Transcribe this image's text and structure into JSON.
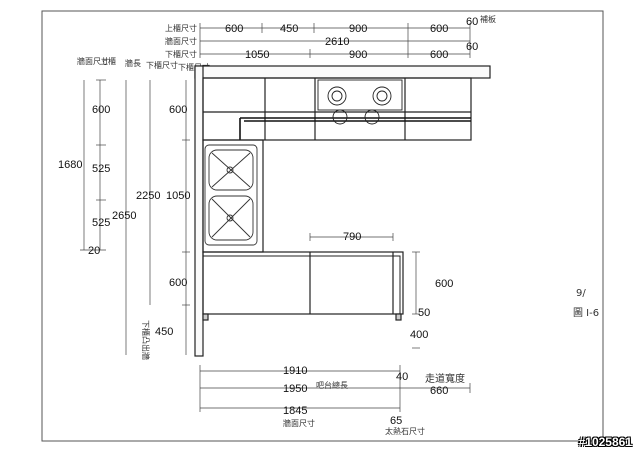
{
  "dimensions": {
    "top": {
      "upper_label": "上櫃尺寸",
      "wall_label": "牆面尺寸",
      "lower_label": "下櫃尺寸",
      "filler_label": "補板",
      "upper": [
        "600",
        "450",
        "900",
        "600",
        "60"
      ],
      "wall": "2610",
      "lower": [
        "1050",
        "900",
        "600",
        "60"
      ]
    },
    "left": {
      "wall_label": "牆面尺寸",
      "upper_label": "上櫃",
      "mid_label": "牆長",
      "lower_label": "下櫃尺寸",
      "wall_col": [
        "600",
        "525",
        "525",
        "20"
      ],
      "wall_total": "1680",
      "upper_total": "2650",
      "mid_total": "2250",
      "lower_col": [
        "600",
        "1050",
        "600",
        "450"
      ],
      "lower_side_note": "下櫃凸出牆"
    },
    "inner": {
      "counter_width": "790",
      "depth": "600",
      "side_a": "50",
      "side_b": "400"
    },
    "bottom": {
      "row1": "1910",
      "row1_right": "40",
      "row2": "1950",
      "row2_note": "吧台總長",
      "walkway_label": "走道寬度",
      "walkway": "660",
      "row3": "1845",
      "row3_note": "牆面尺寸",
      "gap": "65",
      "gap_note": "太熱石尺寸"
    },
    "side_note": {
      "line1": "9/",
      "line2": "圖 I-6"
    }
  },
  "id_tag": "#1025861"
}
